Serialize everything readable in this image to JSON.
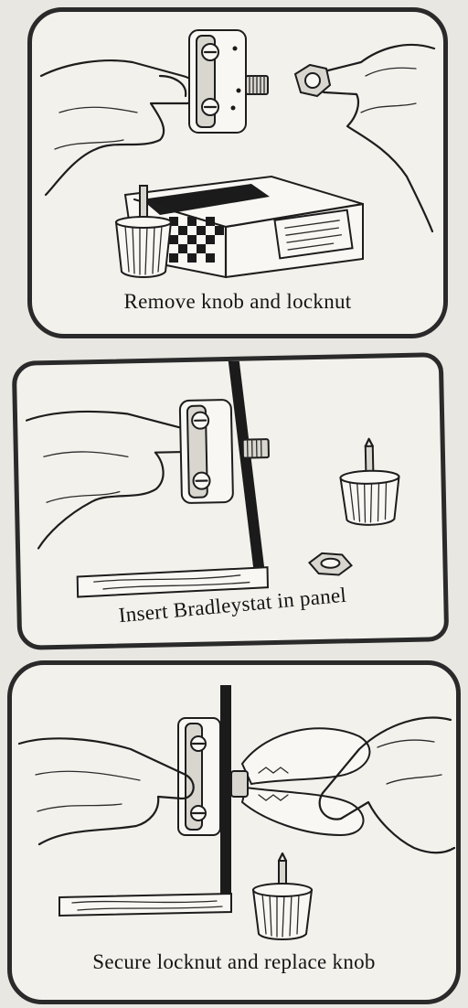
{
  "steps": [
    {
      "caption": "Remove knob and locknut"
    },
    {
      "caption": "Insert Bradleystat in panel"
    },
    {
      "caption": "Secure locknut and replace knob"
    }
  ]
}
